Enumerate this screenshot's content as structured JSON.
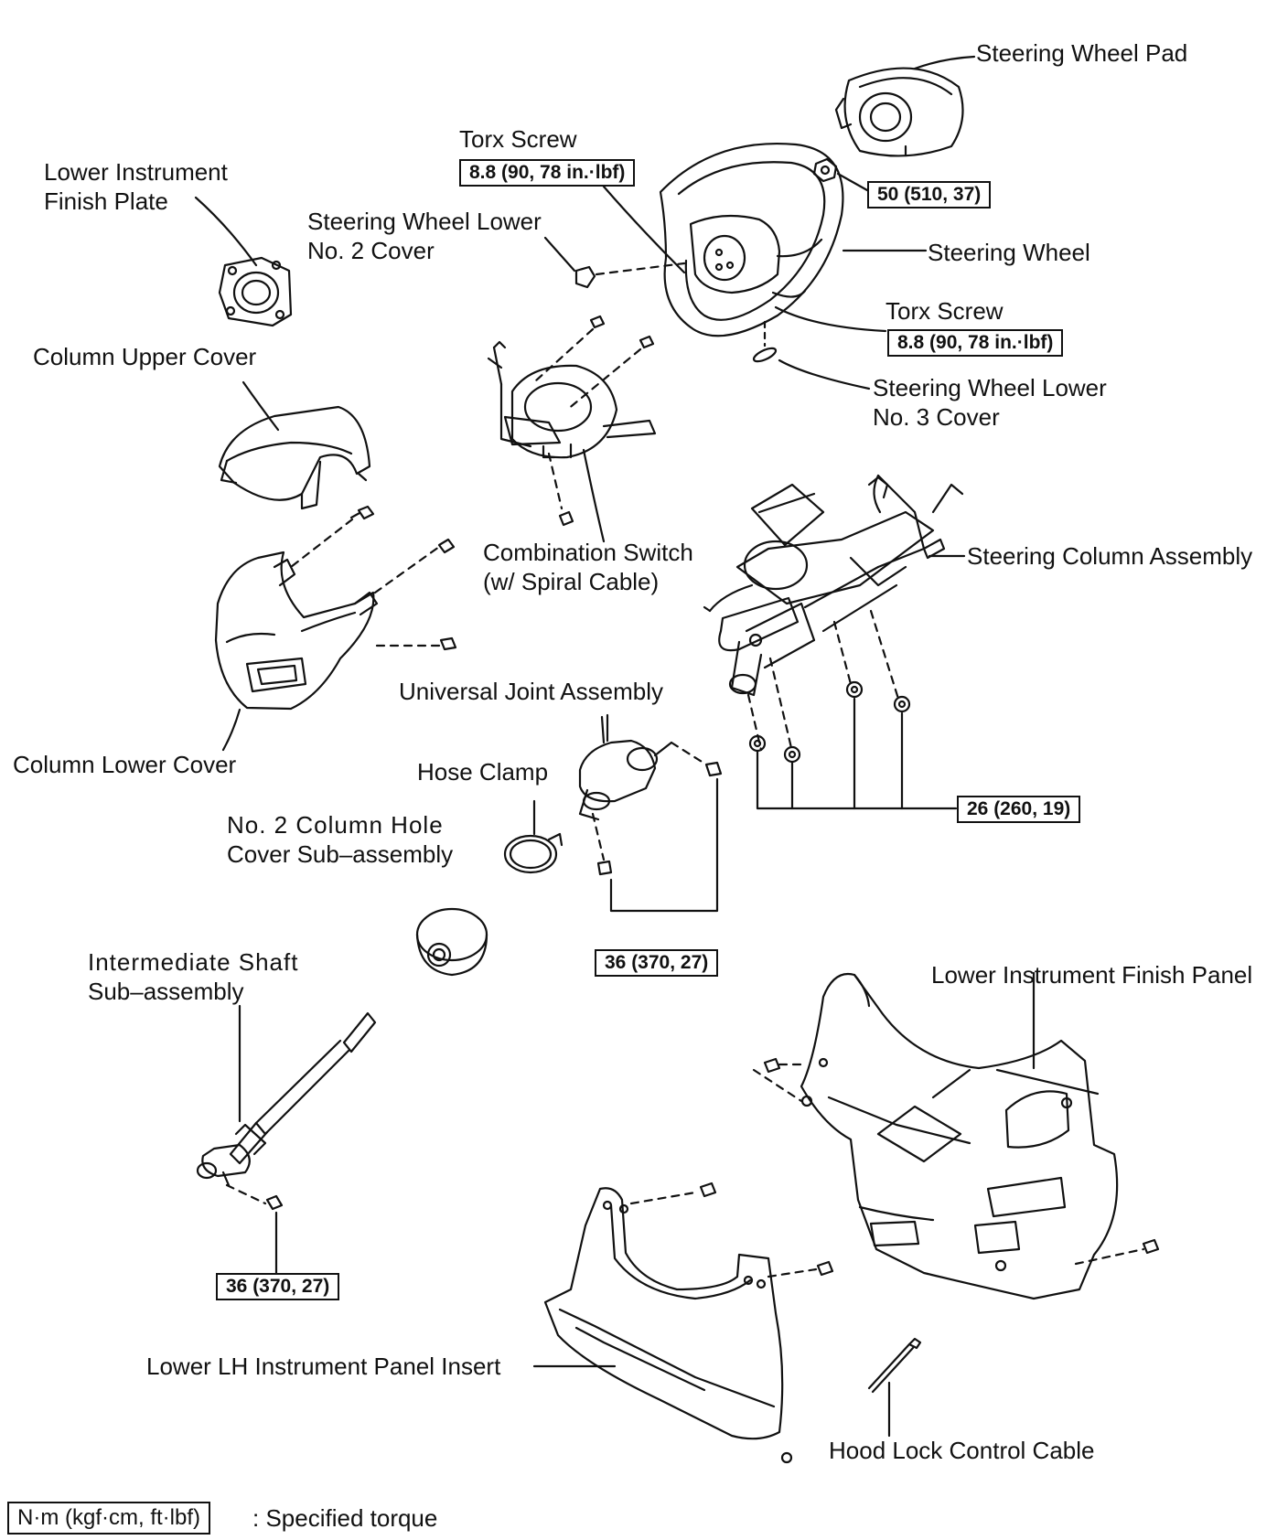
{
  "labels": {
    "steering_wheel_pad": "Steering Wheel Pad",
    "torx_screw_upper": "Torx Screw",
    "torx_screw_lower": "Torx Screw",
    "lower_instrument_finish_plate_1": "Lower Instrument",
    "lower_instrument_finish_plate_2": "Finish Plate",
    "sw_lower_no2_cover_1": "Steering Wheel Lower",
    "sw_lower_no2_cover_2": "No. 2 Cover",
    "steering_wheel": "Steering Wheel",
    "column_upper_cover": "Column Upper Cover",
    "sw_lower_no3_cover_1": "Steering Wheel Lower",
    "sw_lower_no3_cover_2": "No. 3 Cover",
    "combination_switch_1": "Combination Switch",
    "combination_switch_2": "(w/ Spiral Cable)",
    "steering_column_assembly": "Steering Column Assembly",
    "universal_joint_assembly": "Universal Joint Assembly",
    "column_lower_cover": "Column Lower Cover",
    "hose_clamp": "Hose Clamp",
    "column_hole_cover_1": "No. 2 Column Hole",
    "column_hole_cover_2": "Cover Sub–assembly",
    "intermediate_shaft_1": "Intermediate Shaft",
    "intermediate_shaft_2": "Sub–assembly",
    "lower_instrument_finish_panel": "Lower Instrument Finish Panel",
    "lower_lh_panel_insert": "Lower LH Instrument Panel Insert",
    "hood_lock_cable": "Hood Lock Control Cable"
  },
  "torques": {
    "torx_upper": "8.8 (90, 78 in.·lbf)",
    "wheel_nut": "50 (510, 37)",
    "torx_lower": "8.8 (90, 78 in.·lbf)",
    "column_nuts": "26 (260, 19)",
    "ujoint_bolts": "36 (370, 27)",
    "shaft_bolt": "36 (370, 27)"
  },
  "legend": {
    "unit_box": "N·m (kgf·cm, ft·lbf)",
    "text": ": Specified torque"
  }
}
